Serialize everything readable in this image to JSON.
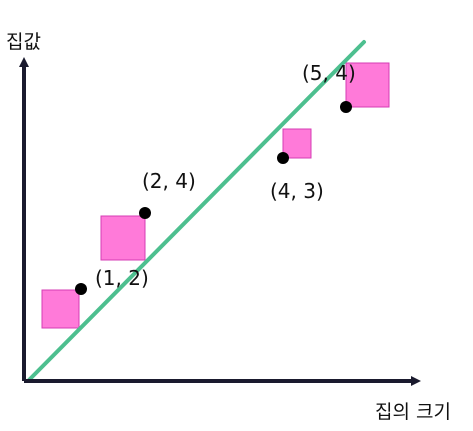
{
  "axes": {
    "y_label": "집값",
    "x_label": "집의 크기"
  },
  "colors": {
    "axis": "#1a1a2e",
    "regression_line": "#4dbf8f",
    "residual_square_fill": "#ff7ad9",
    "residual_square_stroke": "#d63cb4",
    "point": "#000000"
  },
  "points": [
    {
      "x": 1,
      "y": 2,
      "label": "(1, 2)"
    },
    {
      "x": 2,
      "y": 4,
      "label": "(2, 4)"
    },
    {
      "x": 4,
      "y": 3,
      "label": "(4, 3)"
    },
    {
      "x": 5,
      "y": 4,
      "label": "(5, 4)"
    }
  ]
}
